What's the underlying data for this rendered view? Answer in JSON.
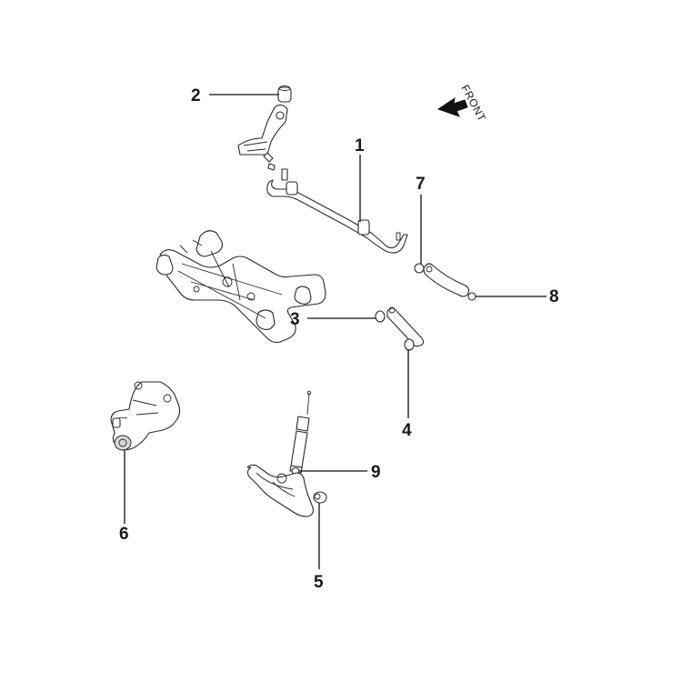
{
  "orientation": {
    "label": "FRONT"
  },
  "callouts": [
    {
      "number": "1"
    },
    {
      "number": "2"
    },
    {
      "number": "3"
    },
    {
      "number": "4"
    },
    {
      "number": "5"
    },
    {
      "number": "6"
    },
    {
      "number": "7"
    },
    {
      "number": "8"
    },
    {
      "number": "9"
    }
  ],
  "colors": {
    "line": "#2a2a2a",
    "text": "#1a1a1a",
    "background": "#ffffff"
  }
}
